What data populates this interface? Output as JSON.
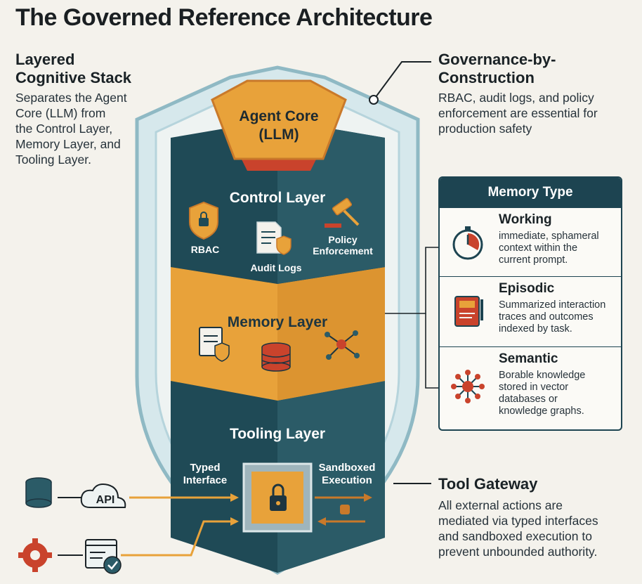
{
  "title": "The Governed Reference Architecture",
  "left_callout": {
    "heading_line1": "Layered",
    "heading_line2": "Cognitive Stack",
    "body_lines": [
      "Separates the Agent",
      "Core (LLM) from",
      "the Control Layer,",
      "Memory Layer, and",
      "Tooling Layer."
    ]
  },
  "right_callout": {
    "heading_line1": "Governance-by-",
    "heading_line2": "Construction",
    "body_lines": [
      "RBAC, audit logs, and policy",
      "enforcement are essential for",
      "production safety"
    ]
  },
  "agent_core": {
    "line1": "Agent Core",
    "line2": "(LLM)"
  },
  "control_layer": {
    "label": "Control Layer",
    "rbac": "RBAC",
    "audit": "Audit Logs",
    "policy_line1": "Policy",
    "policy_line2": "Enforcement"
  },
  "memory_layer": {
    "label": "Memory Layer"
  },
  "tooling_layer": {
    "label": "Tooling Layer",
    "typed_line1": "Typed",
    "typed_line2": "Interface",
    "sandbox_line1": "Sandboxed",
    "sandbox_line2": "Execution",
    "api": "API"
  },
  "memory_type": {
    "header": "Memory Type",
    "rows": [
      {
        "title": "Working",
        "lines": [
          "immediate, sphameral",
          "context within the",
          "current prompt."
        ],
        "icon": "stopwatch-icon"
      },
      {
        "title": "Episodic",
        "lines": [
          "Summarized interaction",
          "traces and outcomes",
          "indexed by task."
        ],
        "icon": "book-icon"
      },
      {
        "title": "Semantic",
        "lines": [
          "Borable knowledge",
          "stored in vector",
          "databases or",
          "knowledge graphs."
        ],
        "icon": "network-icon"
      }
    ]
  },
  "tool_gateway": {
    "heading": "Tool Gateway",
    "body_lines": [
      "All external actions are",
      "mediated via typed interfaces",
      "and sandboxed execution to",
      "prevent unbounded authority."
    ]
  },
  "colors": {
    "teal_dark": "#1d4451",
    "teal_mid": "#2c5f6c",
    "orange": "#e8a23a",
    "orange_dark": "#c9792a",
    "red": "#d24b2c",
    "shield": "#b6d4dc"
  }
}
